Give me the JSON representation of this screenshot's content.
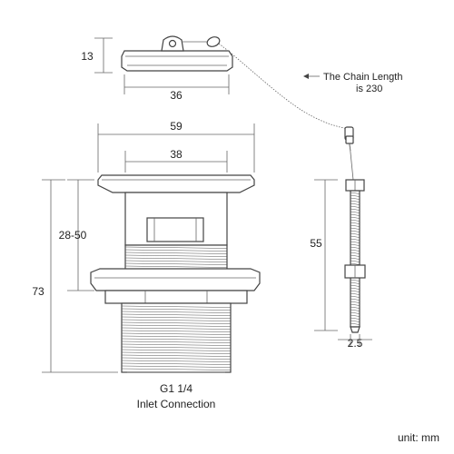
{
  "dimensions": {
    "cap_height": "13",
    "cap_width": "36",
    "chain_note_line1": "The Chain Length",
    "chain_note_line2": "is 230",
    "flange_width": "59",
    "inner_width": "38",
    "adjust_height": "28-50",
    "overall_height": "73",
    "rod_length": "55",
    "rod_diameter": "2.5"
  },
  "labels": {
    "thread_size": "G1 1/4",
    "inlet": "Inlet Connection",
    "unit": "unit: mm"
  },
  "colors": {
    "line": "#444444",
    "text": "#222222",
    "background": "#ffffff"
  }
}
